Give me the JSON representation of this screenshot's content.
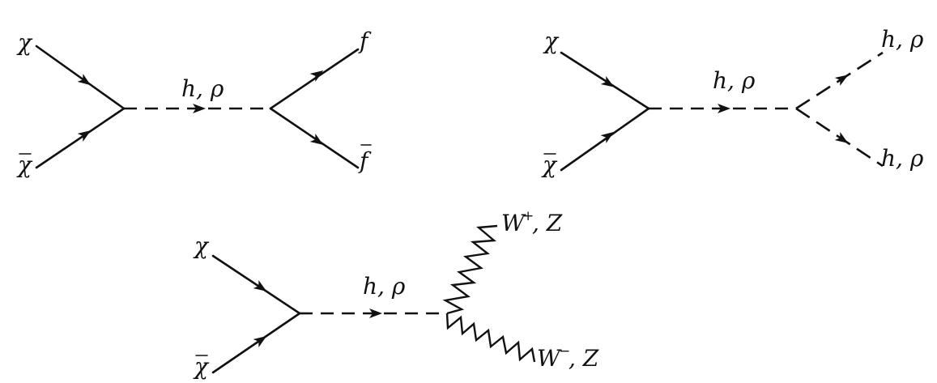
{
  "diagram1": {
    "in_top": "χ",
    "in_bottom": "χ",
    "mediator": "h, ρ",
    "out_top": "f",
    "out_bottom": "f"
  },
  "diagram2": {
    "in_top": "χ",
    "in_bottom": "χ",
    "mediator": "h, ρ",
    "out_top": "h, ρ",
    "out_bottom": "h, ρ"
  },
  "diagram3": {
    "in_top": "χ",
    "in_bottom": "χ",
    "mediator": "h, ρ",
    "out_top_base": "W",
    "out_top_sup": "+",
    "out_top_rest": ", Z",
    "out_bottom_base": "W",
    "out_bottom_sup": "−",
    "out_bottom_rest": ", Z"
  }
}
